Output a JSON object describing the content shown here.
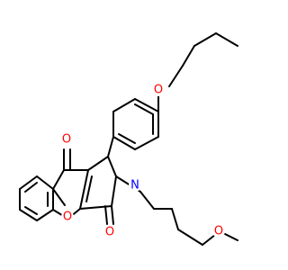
{
  "molecule": {
    "atoms": [
      {
        "id": "O_ether",
        "symbol": "O",
        "color": "#ff0000"
      },
      {
        "id": "O_ketone",
        "symbol": "O",
        "color": "#ff0000"
      },
      {
        "id": "O_ring",
        "symbol": "O",
        "color": "#ff0000"
      },
      {
        "id": "O_amide",
        "symbol": "O",
        "color": "#ff0000"
      },
      {
        "id": "N",
        "symbol": "N",
        "color": "#0000ff"
      },
      {
        "id": "O_methoxy",
        "symbol": "O",
        "color": "#ff0000"
      }
    ]
  }
}
